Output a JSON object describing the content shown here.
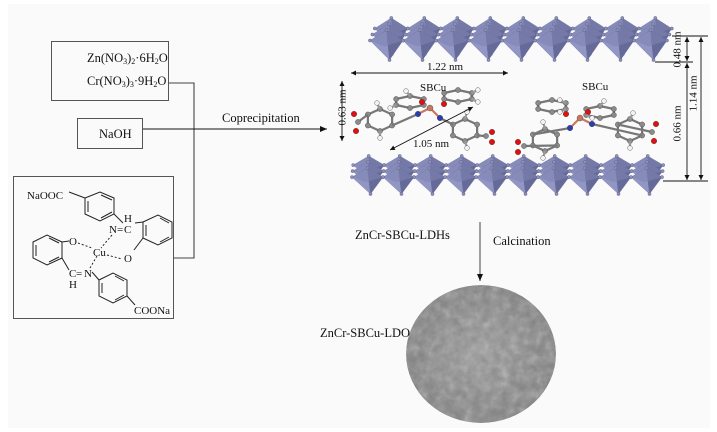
{
  "reagents": {
    "metal_salts": [
      {
        "base": "Zn(NO",
        "sub1": "3",
        "mid": ")",
        "sub2": "2",
        "tail": "·6H",
        "sub3": "2",
        "end": "O"
      },
      {
        "base": "Cr(NO",
        "sub1": "3",
        "mid": ")",
        "sub2": "3",
        "tail": "·9H",
        "sub3": "2",
        "end": "O"
      }
    ],
    "base": "NaOH",
    "complex": {
      "labels": {
        "naooc": "NaOOC",
        "coona": "COONa",
        "cu": "Cu",
        "o_left": "O",
        "o_right": "O",
        "n_top": "N",
        "n_bottom": "N",
        "c_top": "C",
        "c_bottom": "C",
        "h_top": "H",
        "h_bottom": "H",
        "eq_top": "=",
        "eq_bottom": "="
      }
    }
  },
  "steps": {
    "coprecipitation": "Coprecipitation",
    "calcination": "Calcination"
  },
  "products": {
    "ldh": "ZnCr-SBCu-LDHs",
    "ldo": "ZnCr-SBCu-LDO"
  },
  "structure": {
    "guest_labels": [
      "SBCu",
      "SBCu"
    ],
    "dimensions": {
      "width": "1.22 nm",
      "height_guest": "0.63 nm",
      "diagonal": "1.05 nm",
      "layer_thickness": "0.48 nm",
      "gallery_height": "0.66 nm",
      "basal_spacing": "1.14 nm"
    }
  },
  "colors": {
    "layer_light": "#9296c4",
    "layer_mid": "#7e83b3",
    "layer_dark": "#666a98",
    "vertex": "#8d90b8",
    "carbon": "#8a8a8a",
    "hydrogen": "#f2f2f2",
    "oxygen": "#e01010",
    "nitrogen": "#2a3cb0",
    "copper": "#c87860",
    "sem_gray": "#8e8e8e"
  }
}
